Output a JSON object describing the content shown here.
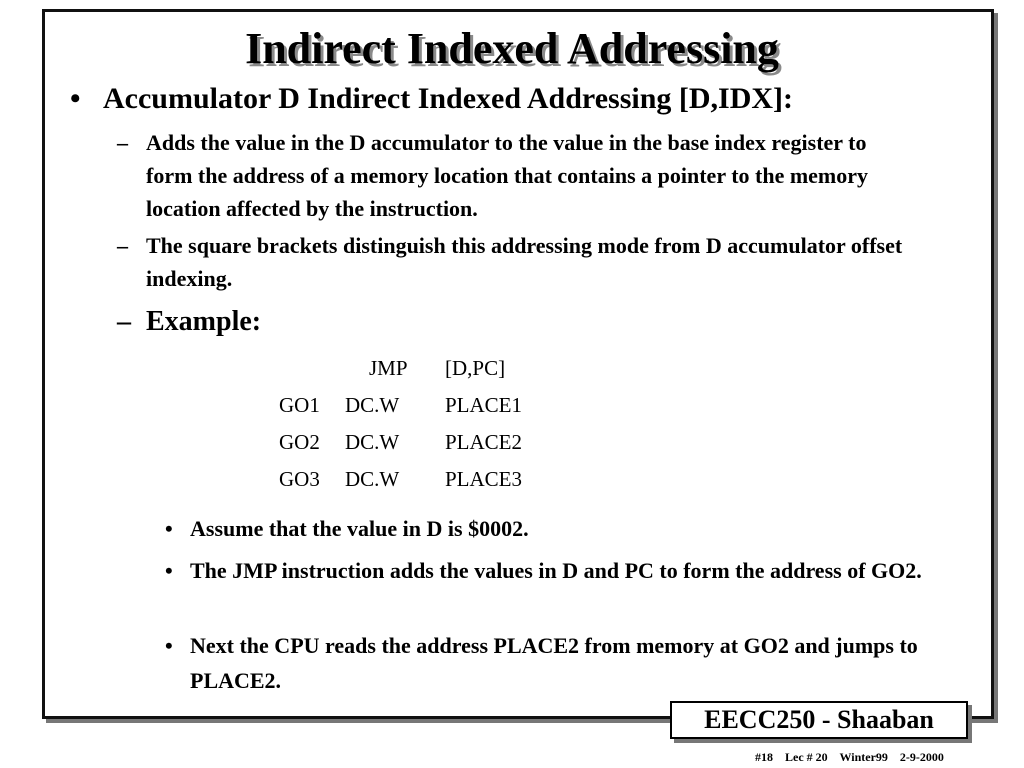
{
  "title": "Indirect Indexed Addressing",
  "main_bullet": "Accumulator D Indirect Indexed Addressing [D,IDX]:",
  "bullet_symbol": "•",
  "dash_symbol": "–",
  "sub_points": [
    "Adds the value in the D accumulator to the value in the base index register to form the address of a memory location that contains a pointer to the memory location affected by the instruction.",
    "The square brackets distinguish this addressing mode from D accumulator offset indexing."
  ],
  "example_label": "Example:",
  "code": [
    {
      "label": "",
      "op": "JMP",
      "arg": "[D,PC]"
    },
    {
      "label": "GO1",
      "op": "DC.W",
      "arg": "PLACE1"
    },
    {
      "label": "GO2",
      "op": "DC.W",
      "arg": "PLACE2"
    },
    {
      "label": "GO3",
      "op": "DC.W",
      "arg": "PLACE3"
    }
  ],
  "notes": [
    "Assume that the value in D is $0002.",
    "The JMP instruction adds the values in D and PC to form the address of GO2.",
    "Next the CPU reads the address PLACE2 from memory at GO2 and jumps to PLACE2."
  ],
  "badge": "EECC250 - Shaaban",
  "footer": {
    "slide": "#18",
    "lecture": "Lec # 20",
    "term": "Winter99",
    "date": "2-9-2000"
  }
}
